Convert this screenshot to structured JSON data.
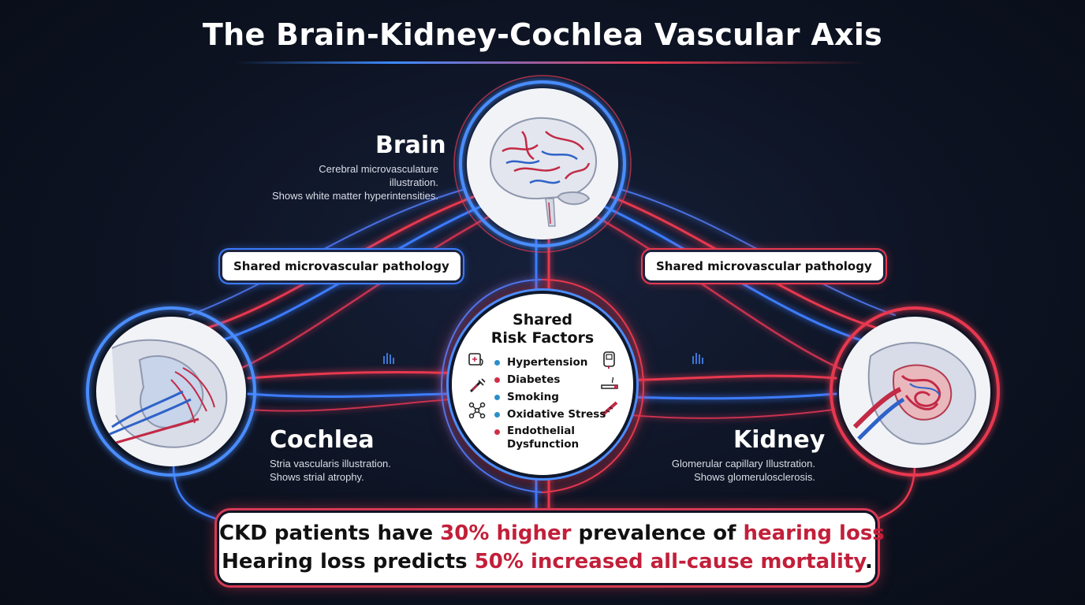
{
  "title": "The Brain-Kidney-Cochlea Vascular Axis",
  "colors": {
    "vessel_red": "#e8394f",
    "vessel_blue": "#3d7bff",
    "highlight_red": "#c21f3a",
    "background": "#0d1322"
  },
  "organs": {
    "brain": {
      "name": "Brain",
      "desc_line1": "Cerebral microvasculature illustration.",
      "desc_line2": "Shows white matter hyperintensities."
    },
    "cochlea": {
      "name": "Cochlea",
      "desc_line1": "Stria vascularis illustration.",
      "desc_line2": "Shows strial atrophy."
    },
    "kidney": {
      "name": "Kidney",
      "desc_line1": "Glomerular capillary Illustration.",
      "desc_line2": "Shows glomerulosclerosis."
    }
  },
  "pathology_labels": {
    "left": "Shared microvascular pathology",
    "right": "Shared microvascular pathology"
  },
  "risk_factors": {
    "title_line1": "Shared",
    "title_line2": "Risk Factors",
    "items": [
      {
        "label": "Hypertension",
        "color": "#2a8fc9",
        "icon": "blood-pressure-monitor-icon"
      },
      {
        "label": "Diabetes",
        "color": "#d02f45",
        "icon": "glucose-meter-icon"
      },
      {
        "label": "Smoking",
        "color": "#2a8fc9",
        "icon": "cigarette-icon"
      },
      {
        "label": "Oxidative Stress",
        "color": "#2a8fc9",
        "icon": "molecule-icon"
      },
      {
        "label_line1": "Endothelial",
        "label_line2": "Dysfunction",
        "color": "#d02f45",
        "icon": "damaged-vessel-icon"
      }
    ],
    "extra_icon": "syringe-icon"
  },
  "stats": {
    "line1": {
      "pre": "CKD patients have ",
      "hl1": "30% higher",
      "mid": " prevalence of ",
      "hl2": "hearing loss",
      "post": "."
    },
    "line2": {
      "pre": "Hearing loss predicts ",
      "hl1": "50% increased all-cause mortality",
      "post": "."
    }
  }
}
